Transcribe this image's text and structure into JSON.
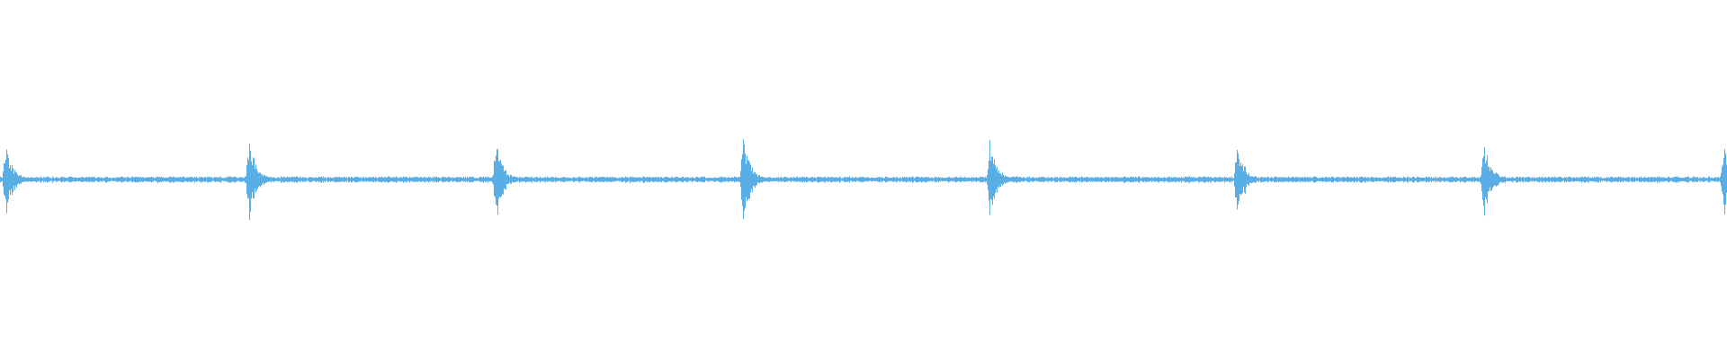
{
  "waveform": {
    "color": "#5aaee6",
    "background": "#ffffff",
    "baseline_amplitude": 0.015,
    "noise_amplitude": 0.012,
    "pulses": [
      {
        "position": 0.003,
        "amplitude": 0.21,
        "decay": 0.004
      },
      {
        "position": 0.144,
        "amplitude": 0.24,
        "decay": 0.004
      },
      {
        "position": 0.287,
        "amplitude": 0.23,
        "decay": 0.004
      },
      {
        "position": 0.43,
        "amplitude": 0.25,
        "decay": 0.004
      },
      {
        "position": 0.573,
        "amplitude": 0.24,
        "decay": 0.004
      },
      {
        "position": 0.716,
        "amplitude": 0.24,
        "decay": 0.004
      },
      {
        "position": 0.859,
        "amplitude": 0.24,
        "decay": 0.004
      },
      {
        "position": 0.998,
        "amplitude": 0.2,
        "decay": 0.004
      }
    ]
  }
}
